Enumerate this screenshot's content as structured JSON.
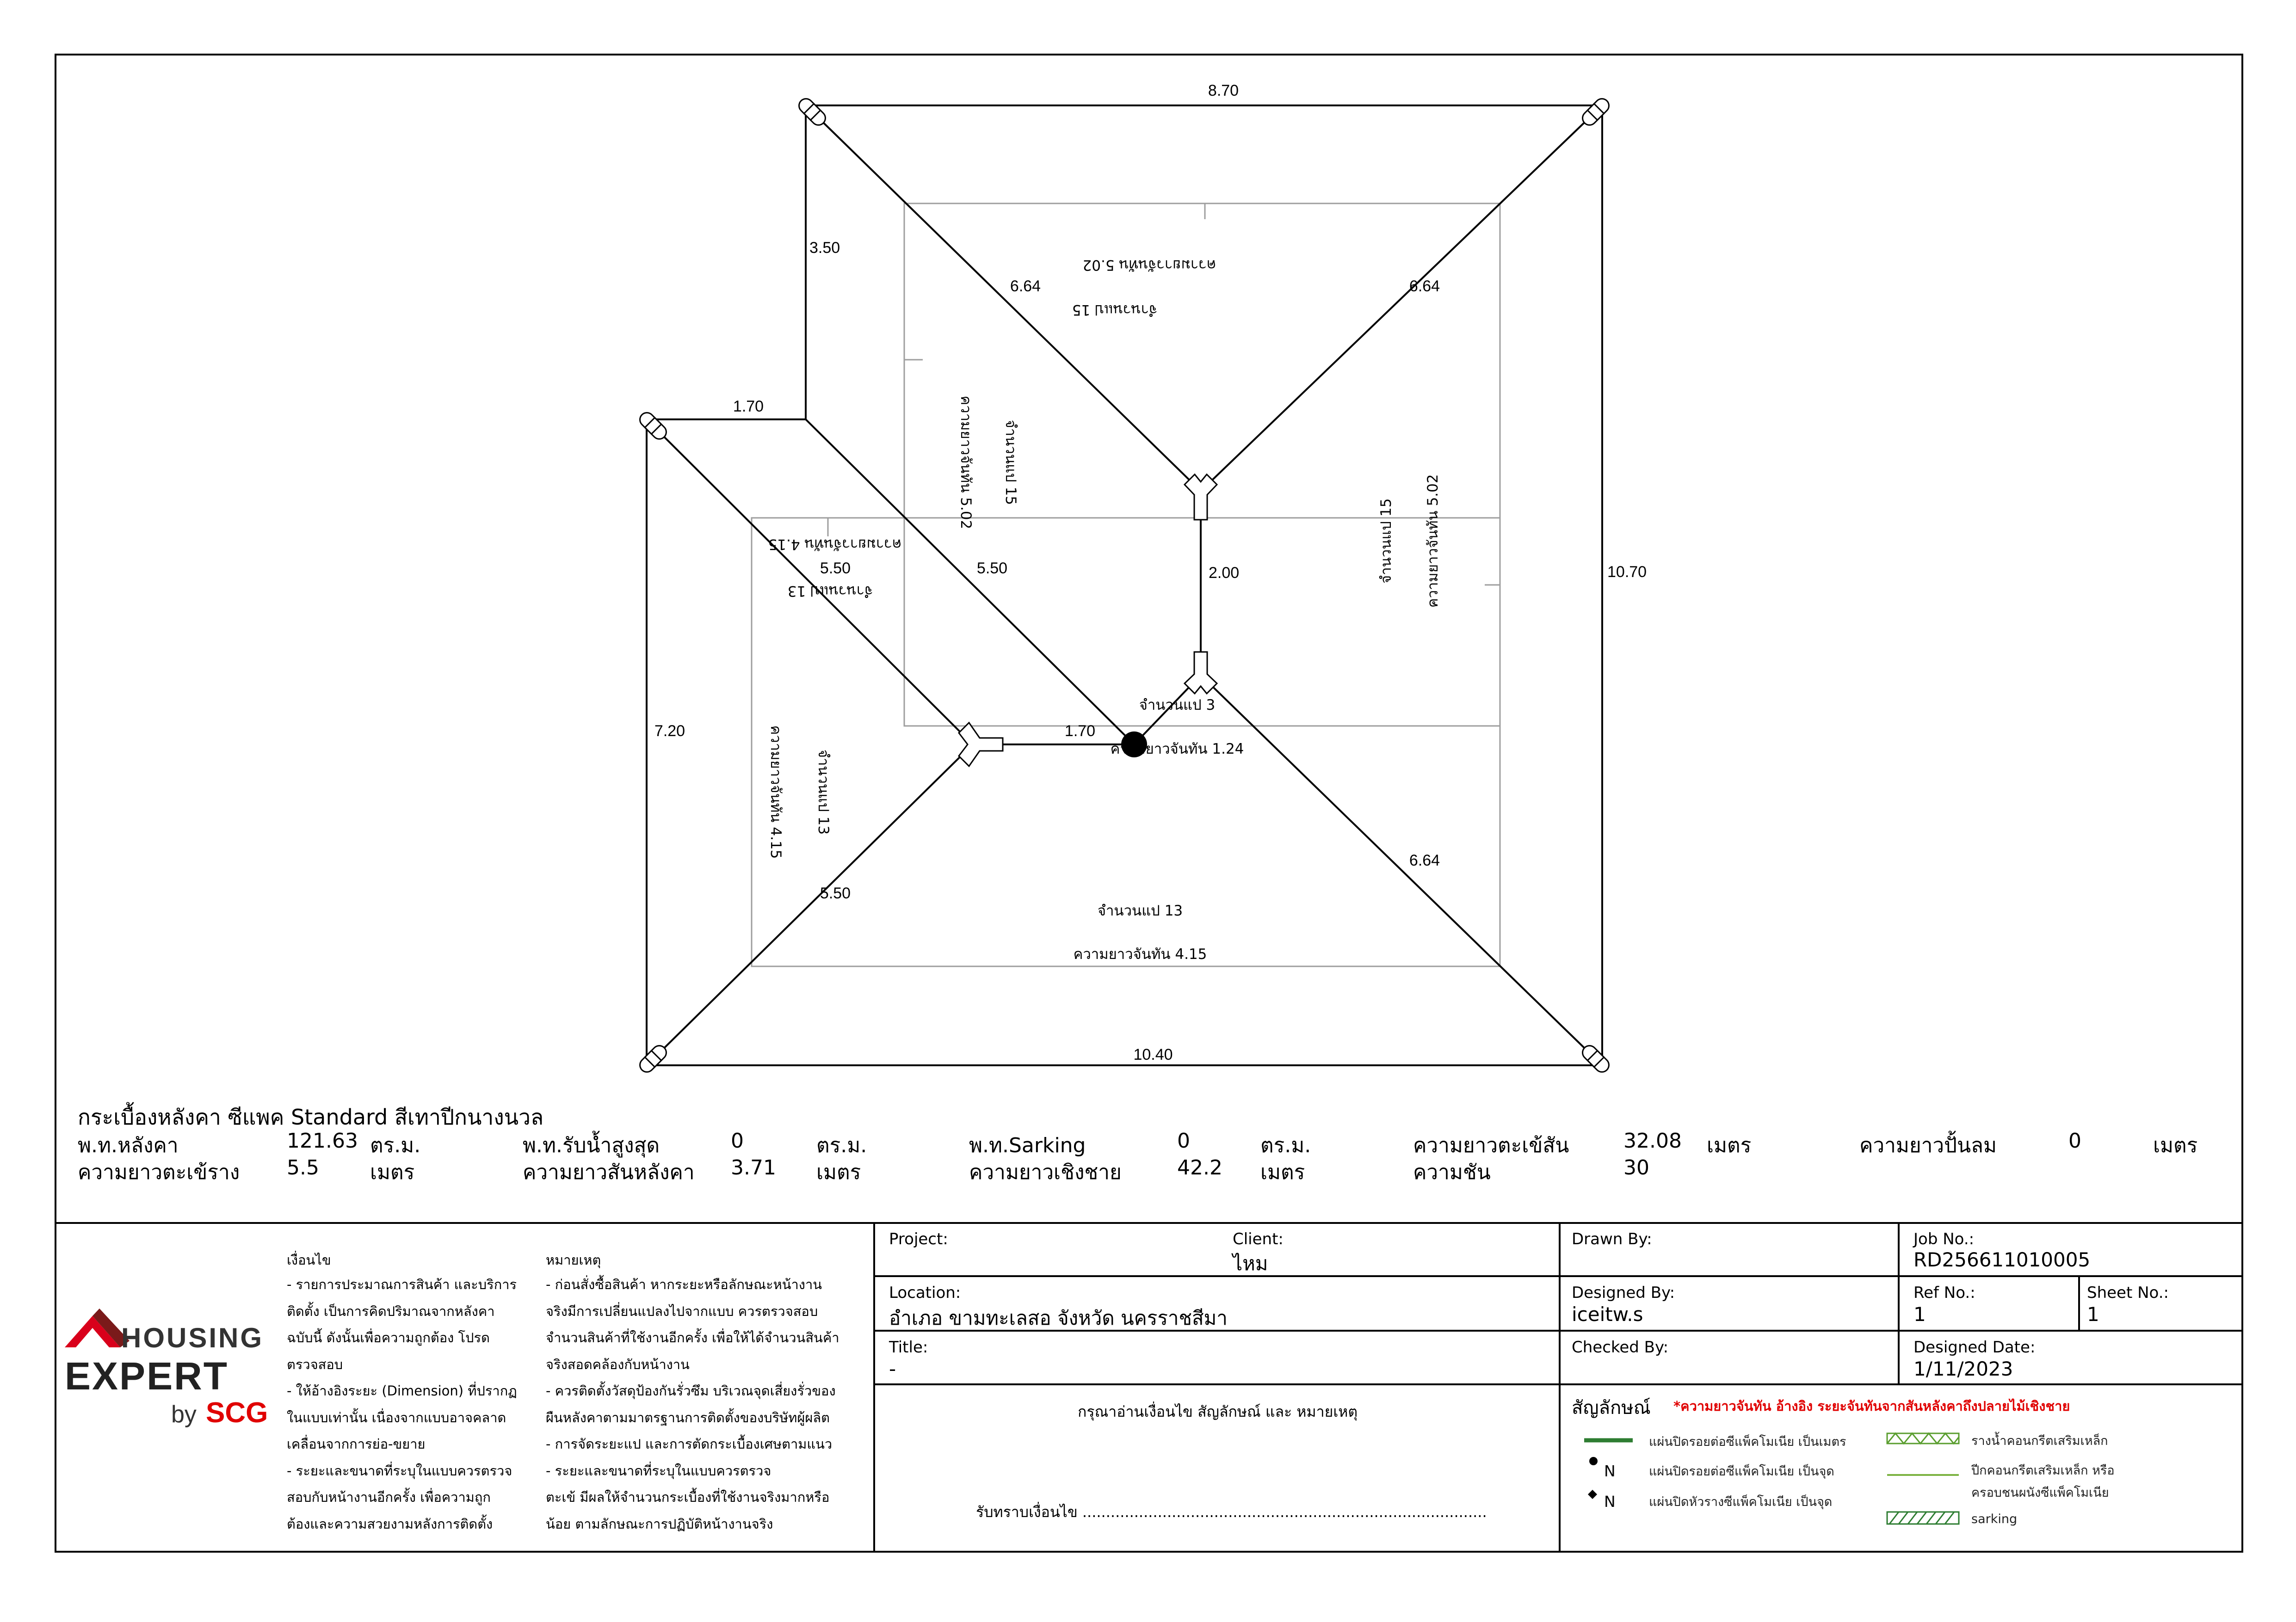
{
  "roof_plan": {
    "lengths": {
      "top": "8.70",
      "right": "10.70",
      "bottom": "10.40",
      "left": "7.20",
      "step_vertical": "3.50",
      "step_horizontal": "1.70",
      "hip_top_left": "6.64",
      "hip_top_right": "6.64",
      "hip_bottom_right": "6.64",
      "hip_left_upper": "5.50",
      "hip_left_mid": "5.50",
      "hip_left_lower": "5.50",
      "ridge_vertical": "2.00",
      "ridge_horizontal": "1.70"
    },
    "panels": {
      "top_count": "จำนวนแป 15",
      "top_length": "ความยาวจันทัน 5.02",
      "right_count": "จำนวนแป 15",
      "right_length": "ความยาวจันทัน 5.02",
      "inner_count": "จำนวนแป 15",
      "inner_length": "ความยาวจันทัน 5.02",
      "upper_left_count": "จำนวนแป 13",
      "upper_left_length": "ความยาวจันทัน 4.15",
      "left_count": "จำนวนแป 13",
      "left_length": "ความยาวจันทัน 4.15",
      "bottom_count": "จำนวนแป 13",
      "bottom_length": "ความยาวจันทัน 4.15",
      "center_count": "จำนวนแป 3",
      "center_length": "ความยาวจันทัน 1.24"
    }
  },
  "specs": {
    "title": "กระเบื้องหลังคา ซีแพค Standard สีเทาปีกนางนวล",
    "row1": [
      {
        "label": "พ.ท.หลังคา",
        "value": "121.63",
        "unit": "ตร.ม."
      },
      {
        "label": "พ.ท.รับน้ำสูงสุด",
        "value": "0",
        "unit": "ตร.ม."
      },
      {
        "label": "พ.ท.Sarking",
        "value": "0",
        "unit": "ตร.ม."
      },
      {
        "label": "ความยาวตะเข้สัน",
        "value": "32.08",
        "unit": "เมตร"
      },
      {
        "label": "ความยาวปั้นลม",
        "value": "0",
        "unit": "เมตร"
      }
    ],
    "row2": [
      {
        "label": "ความยาวตะเข้ราง",
        "value": "5.5",
        "unit": "เมตร"
      },
      {
        "label": "ความยาวสันหลังคา",
        "value": "3.71",
        "unit": "เมตร"
      },
      {
        "label": "ความยาวเชิงชาย",
        "value": "42.2",
        "unit": "เมตร"
      },
      {
        "label": "ความชัน",
        "value": "30",
        "unit": ""
      }
    ]
  },
  "logo": {
    "line1": "HOUSING",
    "line2": "EXPERT",
    "by": "by",
    "brand": "SCG"
  },
  "conditions": {
    "heading": "เงื่อนไข",
    "lines": [
      "- รายการประมาณการสินค้า และบริการ",
      "ติดตั้ง เป็นการคิดปริมาณจากหลังคา",
      "ฉบับนี้ ดังนั้นเพื่อความถูกต้อง โปรด",
      "ตรวจสอบ",
      "- ให้อ้างอิงระยะ (Dimension) ที่ปรากฏ",
      "ในแบบเท่านั้น เนื่องจากแบบอาจคลาด",
      "เคลื่อนจากการย่อ-ขยาย",
      "- ระยะและขนาดที่ระบุในแบบควรตรวจ",
      "สอบกับหน้างานอีกครั้ง เพื่อความถูก",
      "ต้องและความสวยงามหลังการติดตั้ง"
    ]
  },
  "remarks": {
    "heading": "หมายเหตุ",
    "lines": [
      "- ก่อนสั่งซื้อสินค้า หากระยะหรือลักษณะหน้างาน",
      "จริงมีการเปลี่ยนแปลงไปจากแบบ ควรตรวจสอบ",
      "จำนวนสินค้าที่ใช้งานอีกครั้ง เพื่อให้ได้จำนวนสินค้า",
      "จริงสอดคล้องกับหน้างาน",
      "- ควรติดตั้งวัสดุป้องกันรั่วซึม บริเวณจุดเสี่ยงรั่วของ",
      "ผืนหลังคาตามมาตรฐานการติดตั้งของบริษัทผู้ผลิต",
      "- การจัดระยะแป และการตัดกระเบื้องเศษตามแนว",
      "- ระยะและขนาดที่ระบุในแบบควรตรวจ",
      "ตะเข้ มีผลให้จำนวนกระเบื้องที่ใช้งานจริงมากหรือ",
      "น้อย ตามลักษณะการปฏิบัติหน้างานจริง"
    ]
  },
  "titleblock": {
    "project_label": "Project:",
    "client_label": "Client:",
    "client_value": "ไหม",
    "location_label": "Location:",
    "location_value": "อำเภอ ขามทะเลสอ จังหวัด นครราชสีมา",
    "title_label": "Title:",
    "title_value": "-",
    "notice": "กรุณาอ่านเงื่อนไข สัญลักษณ์ และ หมายเหตุ",
    "ack": "รับทราบเงื่อนไข ......................................................................................",
    "drawn_label": "Drawn By:",
    "designed_label": "Designed By:",
    "designed_value": "iceitw.s",
    "checked_label": "Checked By:",
    "job_label": "Job No.:",
    "job_value": "RD256611010005",
    "ref_label": "Ref No.:",
    "ref_value": "1",
    "sheet_label": "Sheet No.:",
    "sheet_value": "1",
    "date_label": "Designed Date:",
    "date_value": "1/11/2023"
  },
  "legend": {
    "title": "สัญลักษณ์",
    "note": "*ความยาวจันทัน อ้างอิง ระยะจันทันจากสันหลังคาถึงปลายไม้เชิงชาย",
    "n_mark": "N",
    "items_left": [
      "แผ่นปิดรอยต่อซีแพ็คโมเนีย เป็นเมตร",
      "แผ่นปิดรอยต่อซีแพ็คโมเนีย เป็นจุด",
      "แผ่นปิดหัวรางซีแพ็คโมเนีย เป็นจุด"
    ],
    "items_right": [
      "รางน้ำคอนกรีตเสริมเหล็ก",
      "ปีกคอนกรีตเสริมเหล็ก หรือ",
      "ครอบชนผนังซีแพ็คโมเนีย",
      "sarking"
    ],
    "colors": {
      "green": "#2e7d32",
      "light_green": "#8bc34a",
      "red": "#e00000"
    }
  }
}
